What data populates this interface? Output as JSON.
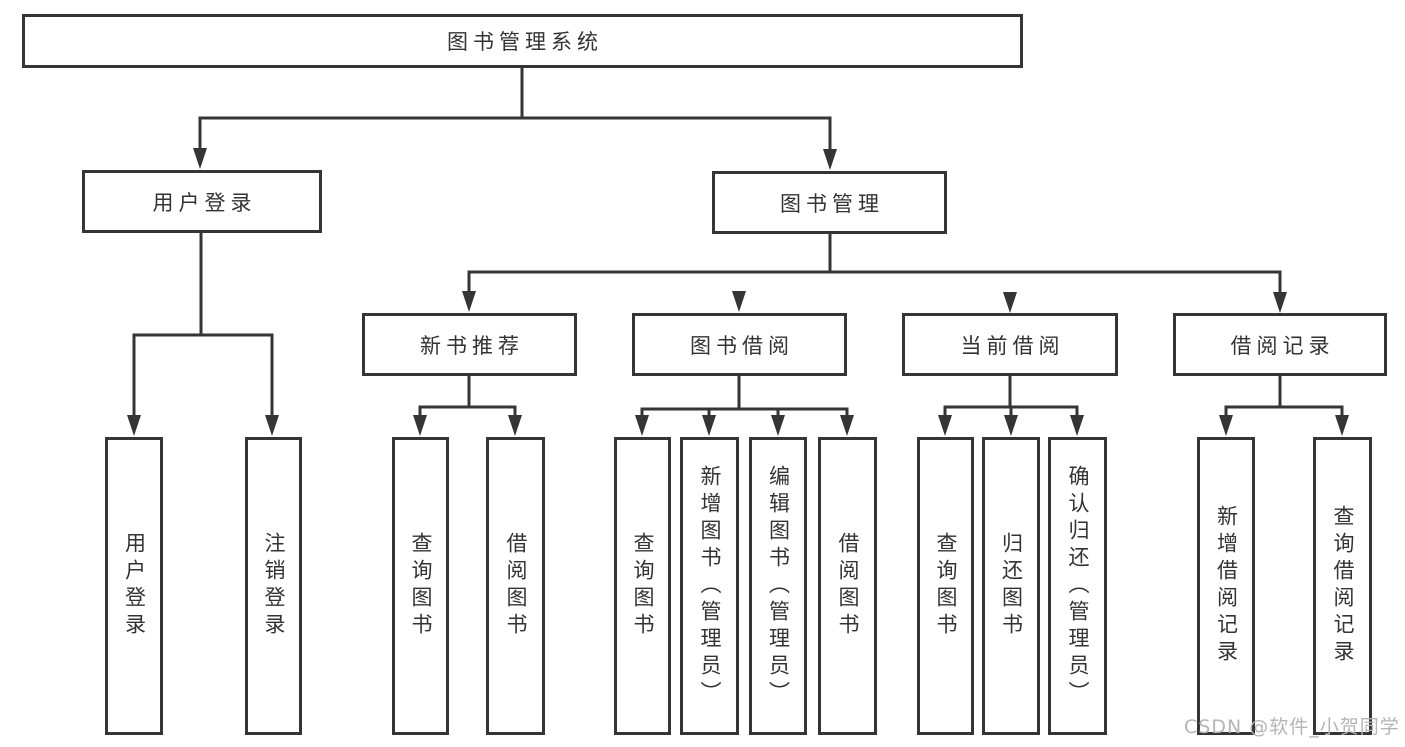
{
  "watermark": {
    "text": "CSDN @软件_小贺同学",
    "color": "#b5b5b5"
  },
  "diagram": {
    "type": "tree-structure-chart",
    "line_color": "#353535",
    "text_color": "#333333",
    "nodes": {
      "root": {
        "label": "图书管理系统"
      },
      "user_login": {
        "label": "用户登录"
      },
      "book_mgmt": {
        "label": "图书管理"
      },
      "new_book_rec": {
        "label": "新书推荐"
      },
      "book_borrow": {
        "label": "图书借阅"
      },
      "current_borrow": {
        "label": "当前借阅"
      },
      "borrow_record": {
        "label": "借阅记录"
      },
      "leaf_user_login": {
        "label": "用户登录"
      },
      "leaf_logout": {
        "label": "注销登录"
      },
      "leaf_nb_query": {
        "label": "查询图书"
      },
      "leaf_nb_borrow": {
        "label": "借阅图书"
      },
      "leaf_bb_query": {
        "label": "查询图书"
      },
      "leaf_bb_add": {
        "label": "新增图书（管理员）"
      },
      "leaf_bb_edit": {
        "label": "编辑图书（管理员）"
      },
      "leaf_bb_borrow": {
        "label": "借阅图书"
      },
      "leaf_cb_query": {
        "label": "查询图书"
      },
      "leaf_cb_return": {
        "label": "归还图书"
      },
      "leaf_cb_confirm": {
        "label": "确认归还（管理员）"
      },
      "leaf_br_add": {
        "label": "新增借阅记录"
      },
      "leaf_br_query": {
        "label": "查询借阅记录"
      }
    },
    "structure": {
      "root": [
        "user_login",
        "book_mgmt"
      ],
      "user_login": [
        "leaf_user_login",
        "leaf_logout"
      ],
      "book_mgmt": [
        "new_book_rec",
        "book_borrow",
        "current_borrow",
        "borrow_record"
      ],
      "new_book_rec": [
        "leaf_nb_query",
        "leaf_nb_borrow"
      ],
      "book_borrow": [
        "leaf_bb_query",
        "leaf_bb_add",
        "leaf_bb_edit",
        "leaf_bb_borrow"
      ],
      "current_borrow": [
        "leaf_cb_query",
        "leaf_cb_return",
        "leaf_cb_confirm"
      ],
      "borrow_record": [
        "leaf_br_add",
        "leaf_br_query"
      ]
    }
  }
}
